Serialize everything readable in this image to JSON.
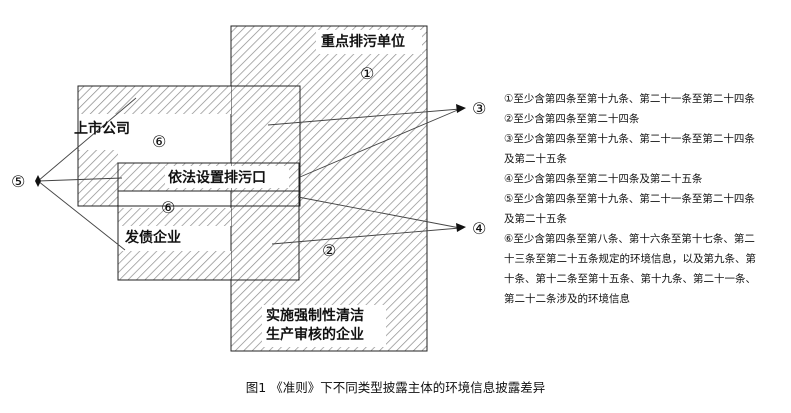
{
  "regions": {
    "key_polluter": "重点排污单位",
    "listed_company": "上市公司",
    "legal_outlet": "依法设置排污口",
    "bond_issuer": "发债企业",
    "clean_production_1": "实施强制性清洁",
    "clean_production_2": "生产审核的企业"
  },
  "markers": {
    "m1": "①",
    "m2": "②",
    "m3": "③",
    "m4": "④",
    "m5": "⑤",
    "m6a": "⑥",
    "m6b": "⑥"
  },
  "legend": [
    "①至少含第四条至第十九条、第二十一条至第二十四条",
    "②至少含第四条至第二十四条",
    "③至少含第四条至第十九条、第二十一条至第二十四条",
    "及第二十五条",
    "④至少含第四条至第二十四条及第二十五条",
    "⑤至少含第四条至第十九条、第二十一条至第二十四条",
    "及第二十五条",
    "⑥至少含第四条至第八条、第十六条至第十七条、第二",
    "十三条至第二十五条规定的环境信息，以及第九条、第",
    "十条、第十二条至第十五条、第十九条、第二十一条、",
    "第二十二条涉及的环境信息"
  ],
  "caption": "图1 《准则》下不同类型披露主体的环境信息披露差异"
}
